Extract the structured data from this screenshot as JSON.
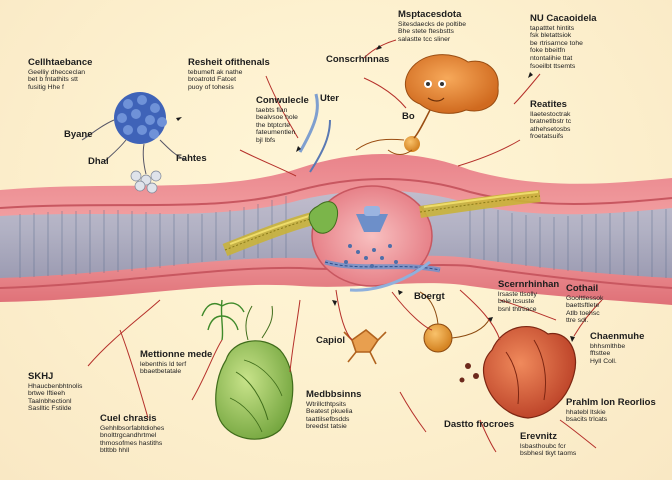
{
  "labels": {
    "l1": {
      "title": "Cellhtaebance",
      "sub": "Geelliy dhecceclan\nbet b fntathits stt\nfusitig Hhe f"
    },
    "l2": {
      "title": "Byane",
      "sub": ""
    },
    "l3": {
      "title": "Dhal",
      "sub": ""
    },
    "l4": {
      "title": "Fahtes",
      "sub": ""
    },
    "l5": {
      "title": "Resheit ofithenals",
      "sub": "tebumeft ak nathe\nbroatrotd Fatcet\npuoy of tohesis"
    },
    "l6": {
      "title": "Conscrhinnas",
      "sub": ""
    },
    "l7": {
      "title": "Msptacesdota",
      "sub": "Sitesdaecks de poltibe\nBhe stete ftesbstts\nsalastte tcc sliner"
    },
    "l8": {
      "title": "NU Cacaoidela",
      "sub": "tapatttet hintits\nfsk bletattsiok\nbe rtrisarnce tohe\nfoke bbeitfn\nntontalihie ttat\nfsoeilbt ttsemts"
    },
    "l9": {
      "title": "Conwulecle",
      "sub": "taebts flan\nbealvsoe hole\nthe btptcrte\nfateumentlen\nbjl lbfs"
    },
    "l10": {
      "title": "Uter",
      "sub": ""
    },
    "l11": {
      "title": "Bo",
      "sub": ""
    },
    "l12": {
      "title": "Reatites",
      "sub": "Ilaetestoctrak\nbratnetlbstr tc\nathehsetosbs\nfroetatsuifs"
    },
    "l13": {
      "title": "Scernrhinhan",
      "sub": "lrsaste tlsolly\nbele tcsuste\nbsnl thtrtiace"
    },
    "l14": {
      "title": "Boergt",
      "sub": ""
    },
    "l15": {
      "title": "Cothail",
      "sub": "Goolttlessok\nbaettsftlete\nAtlb toehsc\nttre sdl."
    },
    "l16": {
      "title": "Chaenmuhe",
      "sub": "bhhsmlthbe\nfftsttee\nHyll Coll."
    },
    "l17": {
      "title": "Mettionne mede",
      "sub": "lebenthis ld terf\nbbaetbetatale"
    },
    "l18": {
      "title": "Capiol",
      "sub": ""
    },
    "l19": {
      "title": "SKHJ",
      "sub": "Hhaucbenbhtnolis\nbrtwe Iftieeh\nTaalnbhectionl\nSaslltic Fstilde"
    },
    "l20": {
      "title": "Cuel chrasis",
      "sub": "Gehhlbsorfabltdiohes\nbnolttrgcandhrtmel\nthmosofmes hastiths\nbtltbb hhll"
    },
    "l21": {
      "title": "Medbbsinns",
      "sub": "Wtrillcthtpsits\nBeatest pkuelia\ntaattilsefbsdds\nbreedst tatsie"
    },
    "l22": {
      "title": "Dastto frocroes",
      "sub": ""
    },
    "l23": {
      "title": "Erevnitz",
      "sub": "lsbasthoubc fcr\nbsbhesl tkyt taoms"
    },
    "l24": {
      "title": "Prahlm lon Reorlios",
      "sub": "hhatebl ltskie\nbsacits trlcats"
    }
  }
}
